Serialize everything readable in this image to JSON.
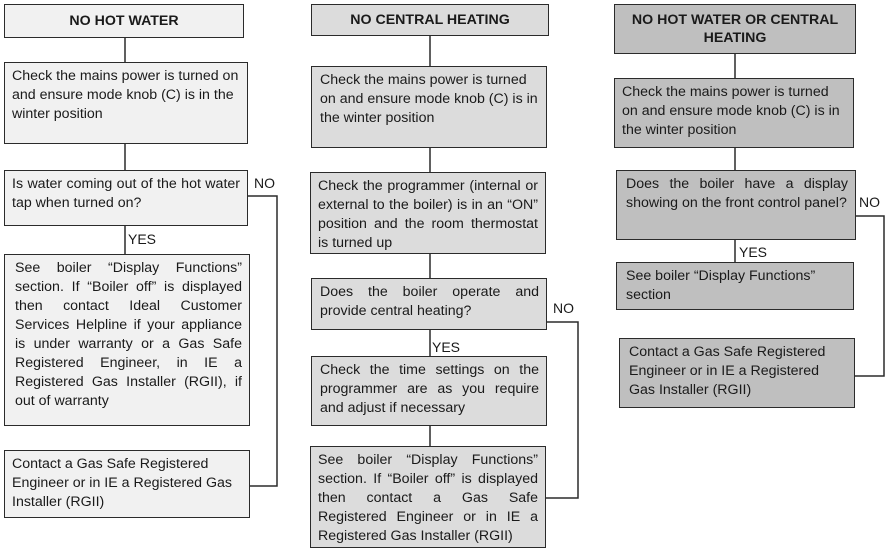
{
  "columns": [
    {
      "header": "NO HOT WATER",
      "boxes": [
        "Check the mains power is turned on and ensure mode knob (C) is in the winter position",
        "Is water coming out of the hot water tap when turned on?",
        "See boiler “Display Functions” section. If “Boiler off” is displayed then contact Ideal Customer Services Helpline if your appliance is under warranty or a Gas Safe Registered Engineer, in IE a Registered Gas Installer (RGII), if out of warranty",
        "Contact a Gas Safe Registered Engineer or in IE a Registered Gas Installer (RGII)"
      ],
      "yes_label": "YES",
      "no_label": "NO"
    },
    {
      "header": "NO CENTRAL HEATING",
      "boxes": [
        "Check the mains power is turned on and ensure mode knob (C) is in the winter position",
        "Check the programmer (internal or external to the boiler) is in an “ON” position and the room thermostat is turned up",
        "Does the boiler operate and provide central heating?",
        "Check the time settings on the programmer are as you require and adjust if necessary",
        "See boiler “Display Functions” section. If “Boiler off” is displayed then contact a Gas Safe Registered Engineer or in IE a Registered Gas Installer (RGII)"
      ],
      "yes_label": "YES",
      "no_label": "NO"
    },
    {
      "header": "NO HOT WATER OR CENTRAL HEATING",
      "boxes": [
        "Check the mains power is turned on and ensure mode knob (C) is in the winter position",
        "Does the boiler have a display showing on the front control panel?",
        "See boiler “Display Functions” section",
        "Contact a Gas Safe Registered Engineer or in IE a Registered Gas Installer (RGII)"
      ],
      "yes_label": "YES",
      "no_label": "NO"
    }
  ],
  "colors": {
    "column1_fill": "#f1f1f1",
    "column2_fill": "#dcdcdc",
    "column3_fill": "#bfbfbf",
    "border": "#2b2b2b"
  }
}
